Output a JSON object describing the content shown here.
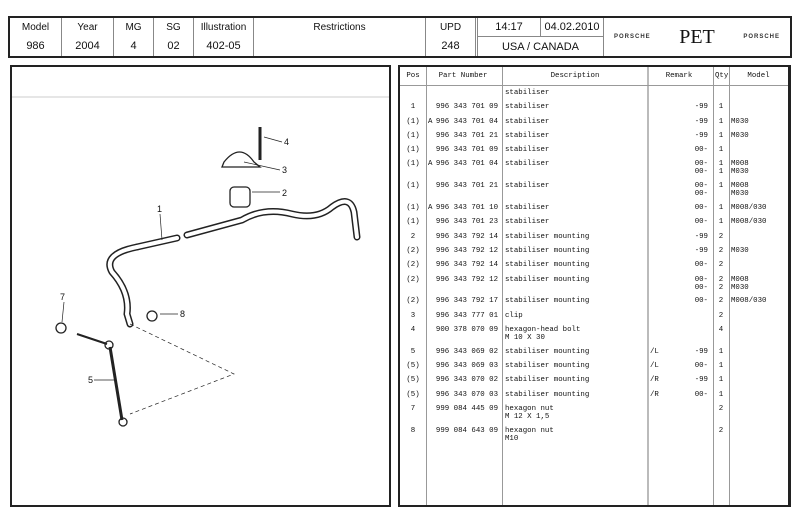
{
  "header": {
    "model_label": "Model",
    "model": "986",
    "year_label": "Year",
    "year": "2004",
    "mg_label": "MG",
    "mg": "4",
    "sg_label": "SG",
    "sg": "02",
    "illustration_label": "Illustration",
    "illustration": "402-05",
    "restrictions_label": "Restrictions",
    "restrictions": "",
    "upd_label": "UPD",
    "upd": "248",
    "time": "14:17",
    "date": "04.02.2010",
    "region": "USA / CANADA",
    "brand_left": "PORSCHE",
    "app": "PET",
    "brand_right": "PORSCHE"
  },
  "diagram": {
    "callouts": [
      "1",
      "2",
      "3",
      "4",
      "5",
      "7",
      "8"
    ]
  },
  "table": {
    "columns": [
      "Pos",
      "Part Number",
      "Description",
      "Remark",
      "Qty",
      "Model"
    ],
    "rows": [
      {
        "pos": "",
        "part": "",
        "desc": "stabiliser",
        "rem1": "",
        "rem2": "",
        "qty": "",
        "model": ""
      },
      {
        "pos": "1",
        "part": "996 343 701 09",
        "desc": "stabiliser",
        "rem1": "",
        "rem2": "-99",
        "qty": "1",
        "model": ""
      },
      {
        "pos": "(1)",
        "a": "A",
        "part": "996 343 701 04",
        "desc": "stabiliser",
        "rem1": "",
        "rem2": "-99",
        "qty": "1",
        "model": "M030"
      },
      {
        "pos": "(1)",
        "part": "996 343 701 21",
        "desc": "stabiliser",
        "rem1": "",
        "rem2": "-99",
        "qty": "1",
        "model": "M030"
      },
      {
        "pos": "(1)",
        "part": "996 343 701 09",
        "desc": "stabiliser",
        "rem1": "",
        "rem2": "00-",
        "qty": "1",
        "model": ""
      },
      {
        "pos": "(1)",
        "a": "A",
        "part": "996 343 701 04",
        "desc": "stabiliser",
        "rem1": "",
        "rem2": "00-\n00-",
        "qty": "1\n1",
        "model": "M008\nM030"
      },
      {
        "pos": "(1)",
        "part": "996 343 701 21",
        "desc": "stabiliser",
        "rem1": "",
        "rem2": "00-\n00-",
        "qty": "1",
        "model": "M008\nM030"
      },
      {
        "pos": "(1)",
        "a": "A",
        "part": "996 343 701 10",
        "desc": "stabiliser",
        "rem1": "",
        "rem2": "00-",
        "qty": "1",
        "model": "M008/030"
      },
      {
        "pos": "(1)",
        "part": "996 343 701 23",
        "desc": "stabiliser",
        "rem1": "",
        "rem2": "00-",
        "qty": "1",
        "model": "M008/030"
      },
      {
        "pos": "2",
        "part": "996 343 792 14",
        "desc": "stabiliser mounting",
        "rem1": "",
        "rem2": "-99",
        "qty": "2",
        "model": ""
      },
      {
        "pos": "(2)",
        "part": "996 343 792 12",
        "desc": "stabiliser mounting",
        "rem1": "",
        "rem2": "-99",
        "qty": "2",
        "model": "M030"
      },
      {
        "pos": "(2)",
        "part": "996 343 792 14",
        "desc": "stabiliser mounting",
        "rem1": "",
        "rem2": "00-",
        "qty": "2",
        "model": ""
      },
      {
        "pos": "(2)",
        "part": "996 343 792 12",
        "desc": "stabiliser mounting",
        "rem1": "",
        "rem2": "00-\n00-",
        "qty": "2\n2",
        "model": "M008\nM030"
      },
      {
        "pos": "(2)",
        "part": "996 343 792 17",
        "desc": "stabiliser mounting",
        "rem1": "",
        "rem2": "00-",
        "qty": "2",
        "model": "M008/030"
      },
      {
        "pos": "3",
        "part": "996 343 777 01",
        "desc": "clip",
        "rem1": "",
        "rem2": "",
        "qty": "2",
        "model": ""
      },
      {
        "pos": "4",
        "part": "900 378 070 09",
        "desc": "hexagon-head bolt\nM 10 X 30",
        "rem1": "",
        "rem2": "",
        "qty": "4",
        "model": ""
      },
      {
        "pos": "5",
        "part": "996 343 069 02",
        "desc": "stabiliser mounting",
        "rem1": "/L",
        "rem2": "-99",
        "qty": "1",
        "model": ""
      },
      {
        "pos": "(5)",
        "part": "996 343 069 03",
        "desc": "stabiliser mounting",
        "rem1": "/L",
        "rem2": "00-",
        "qty": "1",
        "model": ""
      },
      {
        "pos": "(5)",
        "part": "996 343 070 02",
        "desc": "stabiliser mounting",
        "rem1": "/R",
        "rem2": "-99",
        "qty": "1",
        "model": ""
      },
      {
        "pos": "(5)",
        "part": "996 343 070 03",
        "desc": "stabiliser mounting",
        "rem1": "/R",
        "rem2": "00-",
        "qty": "1",
        "model": ""
      },
      {
        "pos": "7",
        "part": "999 084 445 09",
        "desc": "hexagon nut\nM 12 X 1,5",
        "rem1": "",
        "rem2": "",
        "qty": "2",
        "model": ""
      },
      {
        "pos": "8",
        "part": "999 084 643 09",
        "desc": "hexagon nut\nM10",
        "rem1": "",
        "rem2": "",
        "qty": "2",
        "model": ""
      }
    ]
  }
}
